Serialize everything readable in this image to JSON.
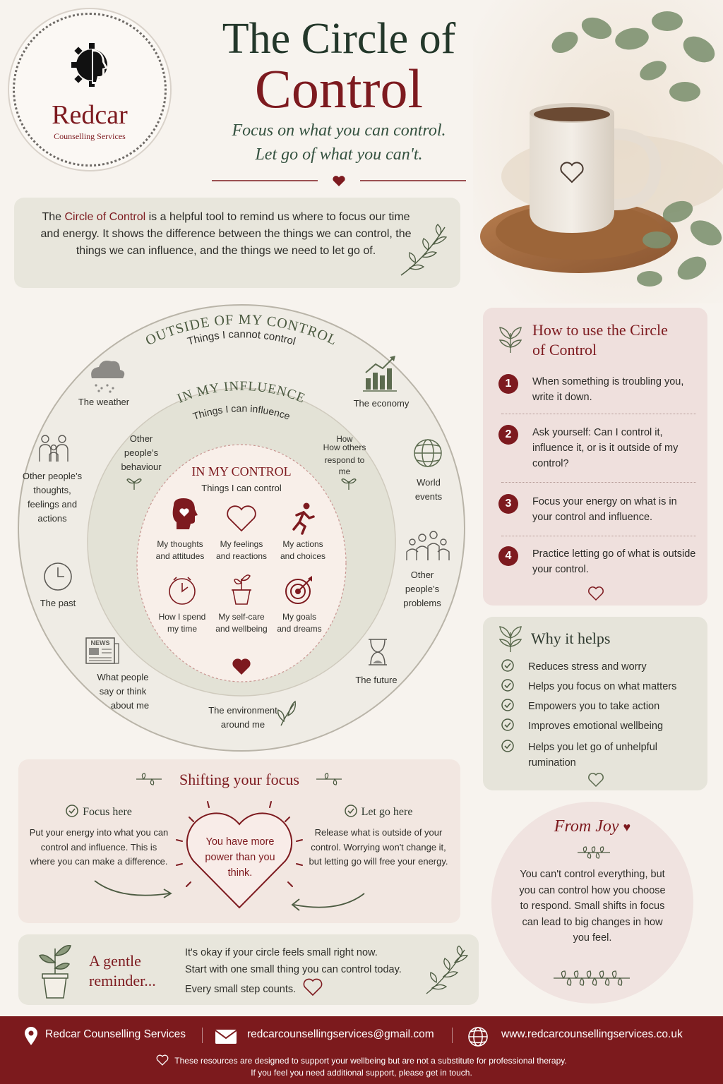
{
  "brand": {
    "name": "Redcar",
    "sub": "Counselling Services"
  },
  "title": {
    "line1": "The Circle of",
    "line2": "Control"
  },
  "tagline": {
    "line1": "Focus on what you can control.",
    "line2": "Let go of what you can't."
  },
  "intro": {
    "pre": "The ",
    "highlight": "Circle of Control",
    "post": " is a helpful tool to remind us where to focus our time and energy. It shows the difference between the things we can control, the things we can influence, and the things we need to let go of."
  },
  "circle": {
    "outer": {
      "title": "OUTSIDE OF MY CONTROL",
      "subtitle": "Things I cannot control",
      "items": [
        {
          "label": "The weather",
          "icon": "rain-cloud-icon"
        },
        {
          "label": "The economy",
          "icon": "bar-chart-icon"
        },
        {
          "label": "Other people's thoughts, feelings and actions",
          "icon": "family-icon"
        },
        {
          "label": "World events",
          "icon": "globe-icon"
        },
        {
          "label": "The past",
          "icon": "clock-icon"
        },
        {
          "label": "Other people's problems",
          "icon": "group-icon"
        },
        {
          "label": "What people say or think about me",
          "icon": "newspaper-icon",
          "icon_text": "NEWS"
        },
        {
          "label": "The future",
          "icon": "hourglass-icon"
        },
        {
          "label": "The environment around me",
          "icon": "leaf-icon"
        }
      ]
    },
    "middle": {
      "title": "IN MY INFLUENCE",
      "subtitle": "Things I can influence",
      "items": [
        {
          "label": "Other people's behaviour",
          "icon": "sprout-icon"
        },
        {
          "label": "How others respond to me",
          "prefix": "How",
          "icon": "sprout-icon"
        }
      ]
    },
    "inner": {
      "title": "IN MY CONTROL",
      "subtitle": "Things I can control",
      "items": [
        {
          "label": "My thoughts and attitudes",
          "icon": "head-heart-icon"
        },
        {
          "label": "My feelings and reactions",
          "icon": "heart-outline-icon"
        },
        {
          "label": "My actions and choices",
          "icon": "running-person-icon"
        },
        {
          "label": "How I spend my time",
          "icon": "clock-icon"
        },
        {
          "label": "My self-care and wellbeing",
          "icon": "potted-plant-icon"
        },
        {
          "label": "My goals and dreams",
          "icon": "target-icon"
        }
      ]
    }
  },
  "howto": {
    "title": "How to use the Circle of Control",
    "steps": [
      {
        "num": "1",
        "text": "When something is troubling you, write it down."
      },
      {
        "num": "2",
        "text": "Ask yourself: Can I control it, influence it, or is it outside of my control?"
      },
      {
        "num": "3",
        "text": "Focus your energy on what is in your control and influence."
      },
      {
        "num": "4",
        "text": "Practice letting go of what is outside your control."
      }
    ]
  },
  "why": {
    "title": "Why it helps",
    "items": [
      "Reduces stress and worry",
      "Helps you focus on what matters",
      "Empowers you to take action",
      "Improves emotional wellbeing",
      "Helps you let go of unhelpful rumination"
    ]
  },
  "joy": {
    "signature": "From Joy",
    "message": "You can't control everything, but you can control how you choose to respond. Small shifts in focus can lead to big changes in how you feel."
  },
  "shift": {
    "title": "Shifting your focus",
    "focus_label": "Focus here",
    "focus_text": "Put your energy into what you can control and influence. This is where you can make a difference.",
    "heart_text": "You have more power than you think.",
    "letgo_label": "Let go here",
    "letgo_text": "Release what is outside of your control. Worrying won't change it, but letting go will free your energy."
  },
  "reminder": {
    "title": "A gentle reminder...",
    "lines": [
      "It's okay if your circle feels small right now.",
      "Start with one small thing you can control today.",
      "Every small step counts."
    ]
  },
  "footer": {
    "location": "Redcar Counselling Services",
    "email": "redcarcounsellingservices@gmail.com",
    "website": "www.redcarcounsellingservices.co.uk",
    "disclaimer1": "These resources are designed to support your wellbeing but are not a substitute for professional therapy.",
    "disclaimer2": "If you feel you need additional support, please get in touch."
  },
  "colors": {
    "maroon": "#7d1a1f",
    "sage": "#5c6b4f",
    "cream": "#f7f3ee",
    "olive": "#2f3a2f"
  }
}
